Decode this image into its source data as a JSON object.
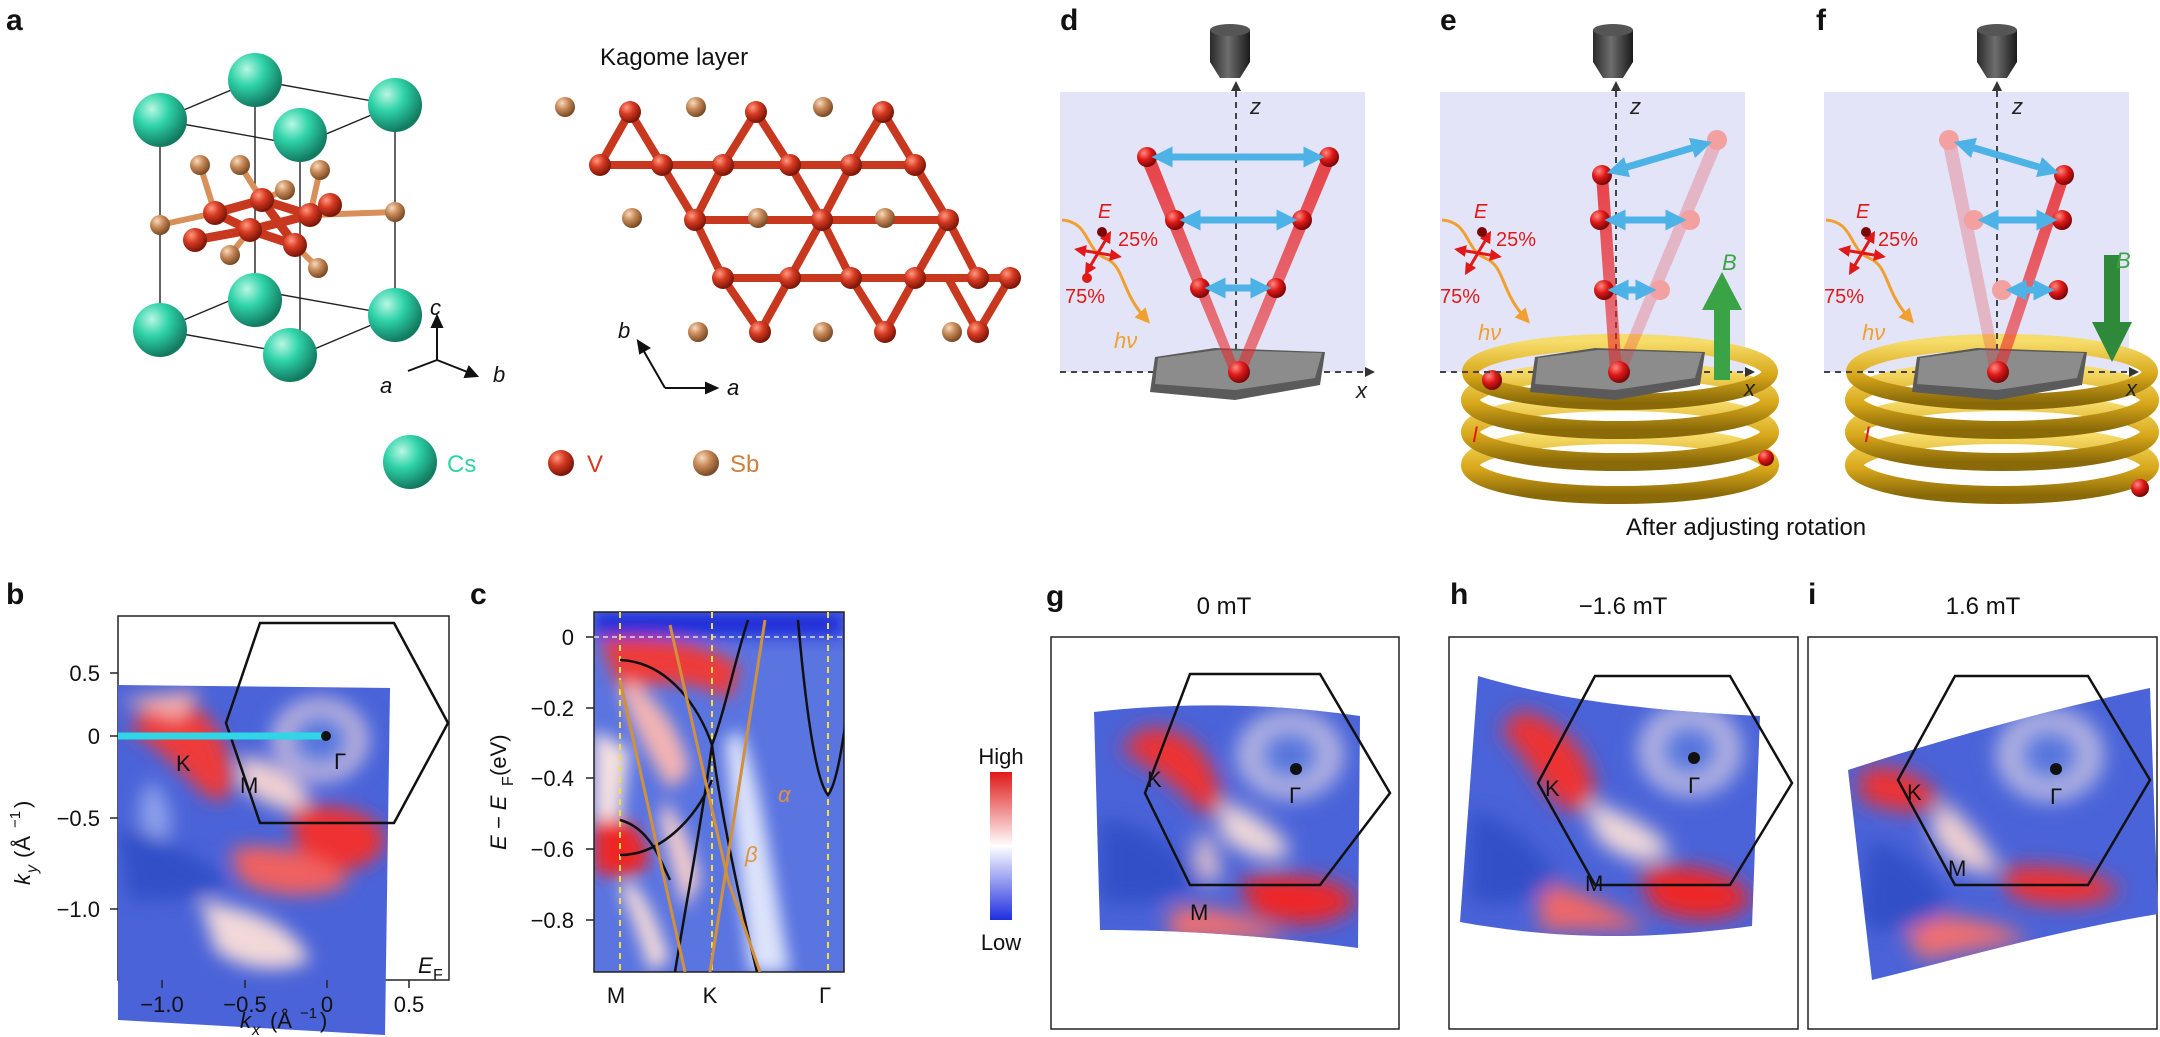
{
  "panels": {
    "a": "a",
    "b": "b",
    "c": "c",
    "d": "d",
    "e": "e",
    "f": "f",
    "g": "g",
    "h": "h",
    "i": "i"
  },
  "panel_a": {
    "layer_title": "Kagome layer",
    "axis_c": "c",
    "axis_a": "a",
    "axis_b": "b",
    "layer_axis_b": "b",
    "layer_axis_a": "a",
    "legend": [
      {
        "symbol": "Cs",
        "color": "#2fd3a9"
      },
      {
        "symbol": "V",
        "color": "#d63a22"
      },
      {
        "symbol": "Sb",
        "color": "#c98b5a"
      }
    ]
  },
  "panel_b": {
    "ylabel": "k",
    "ylabel_sub": "y",
    "ylabel_unit": "(Å",
    "ylabel_exp": "−1",
    "ylabel_close": ")",
    "xlabel": "k",
    "xlabel_sub": "x",
    "xlabel_unit": "(Å",
    "xlabel_exp": "−1",
    "xlabel_close": ")",
    "yticks": [
      "0.5",
      "0",
      "−0.5",
      "−1.0"
    ],
    "xticks": [
      "−1.0",
      "−0.5",
      "0",
      "0.5"
    ],
    "points": {
      "K": "K",
      "M": "M",
      "G": "Γ"
    },
    "corner_main": "E",
    "corner_sub": "F"
  },
  "panel_c": {
    "ylabel": "E − E",
    "ylabel_sub": "F",
    "ylabel_unit": " (eV)",
    "yticks": [
      "0",
      "−0.2",
      "−0.4",
      "−0.6",
      "−0.8"
    ],
    "xticks": [
      "M",
      "K",
      "Γ"
    ],
    "band_alpha": "α",
    "band_beta": "β",
    "colorbar_high": "High",
    "colorbar_low": "Low"
  },
  "panel_d": {
    "axis_z": "z",
    "axis_x": "x",
    "E": "E",
    "p25": "25%",
    "p75": "75%",
    "hv": "hν"
  },
  "panel_e": {
    "axis_z": "z",
    "axis_x": "x",
    "E": "E",
    "p25": "25%",
    "p75": "75%",
    "hv": "hν",
    "B": "B",
    "I": "I"
  },
  "panel_f": {
    "axis_z": "z",
    "axis_x": "x",
    "E": "E",
    "p25": "25%",
    "p75": "75%",
    "hv": "hν",
    "B": "B",
    "I": "I"
  },
  "caption_ef": "After adjusting rotation",
  "panel_g": {
    "title": "0 mT",
    "K": "K",
    "M": "M",
    "G": "Γ"
  },
  "panel_h": {
    "title": "−1.6 mT",
    "K": "K",
    "M": "M",
    "G": "Γ"
  },
  "panel_i": {
    "title": "1.6 mT",
    "K": "K",
    "M": "M",
    "G": "Γ"
  },
  "colors": {
    "red_band": "#e8262a",
    "blue_map": "#3d5fd6",
    "arrow_blue": "#4db2e6",
    "orange": "#f0a030",
    "green": "#3aa346",
    "coil": "#e0b020"
  }
}
